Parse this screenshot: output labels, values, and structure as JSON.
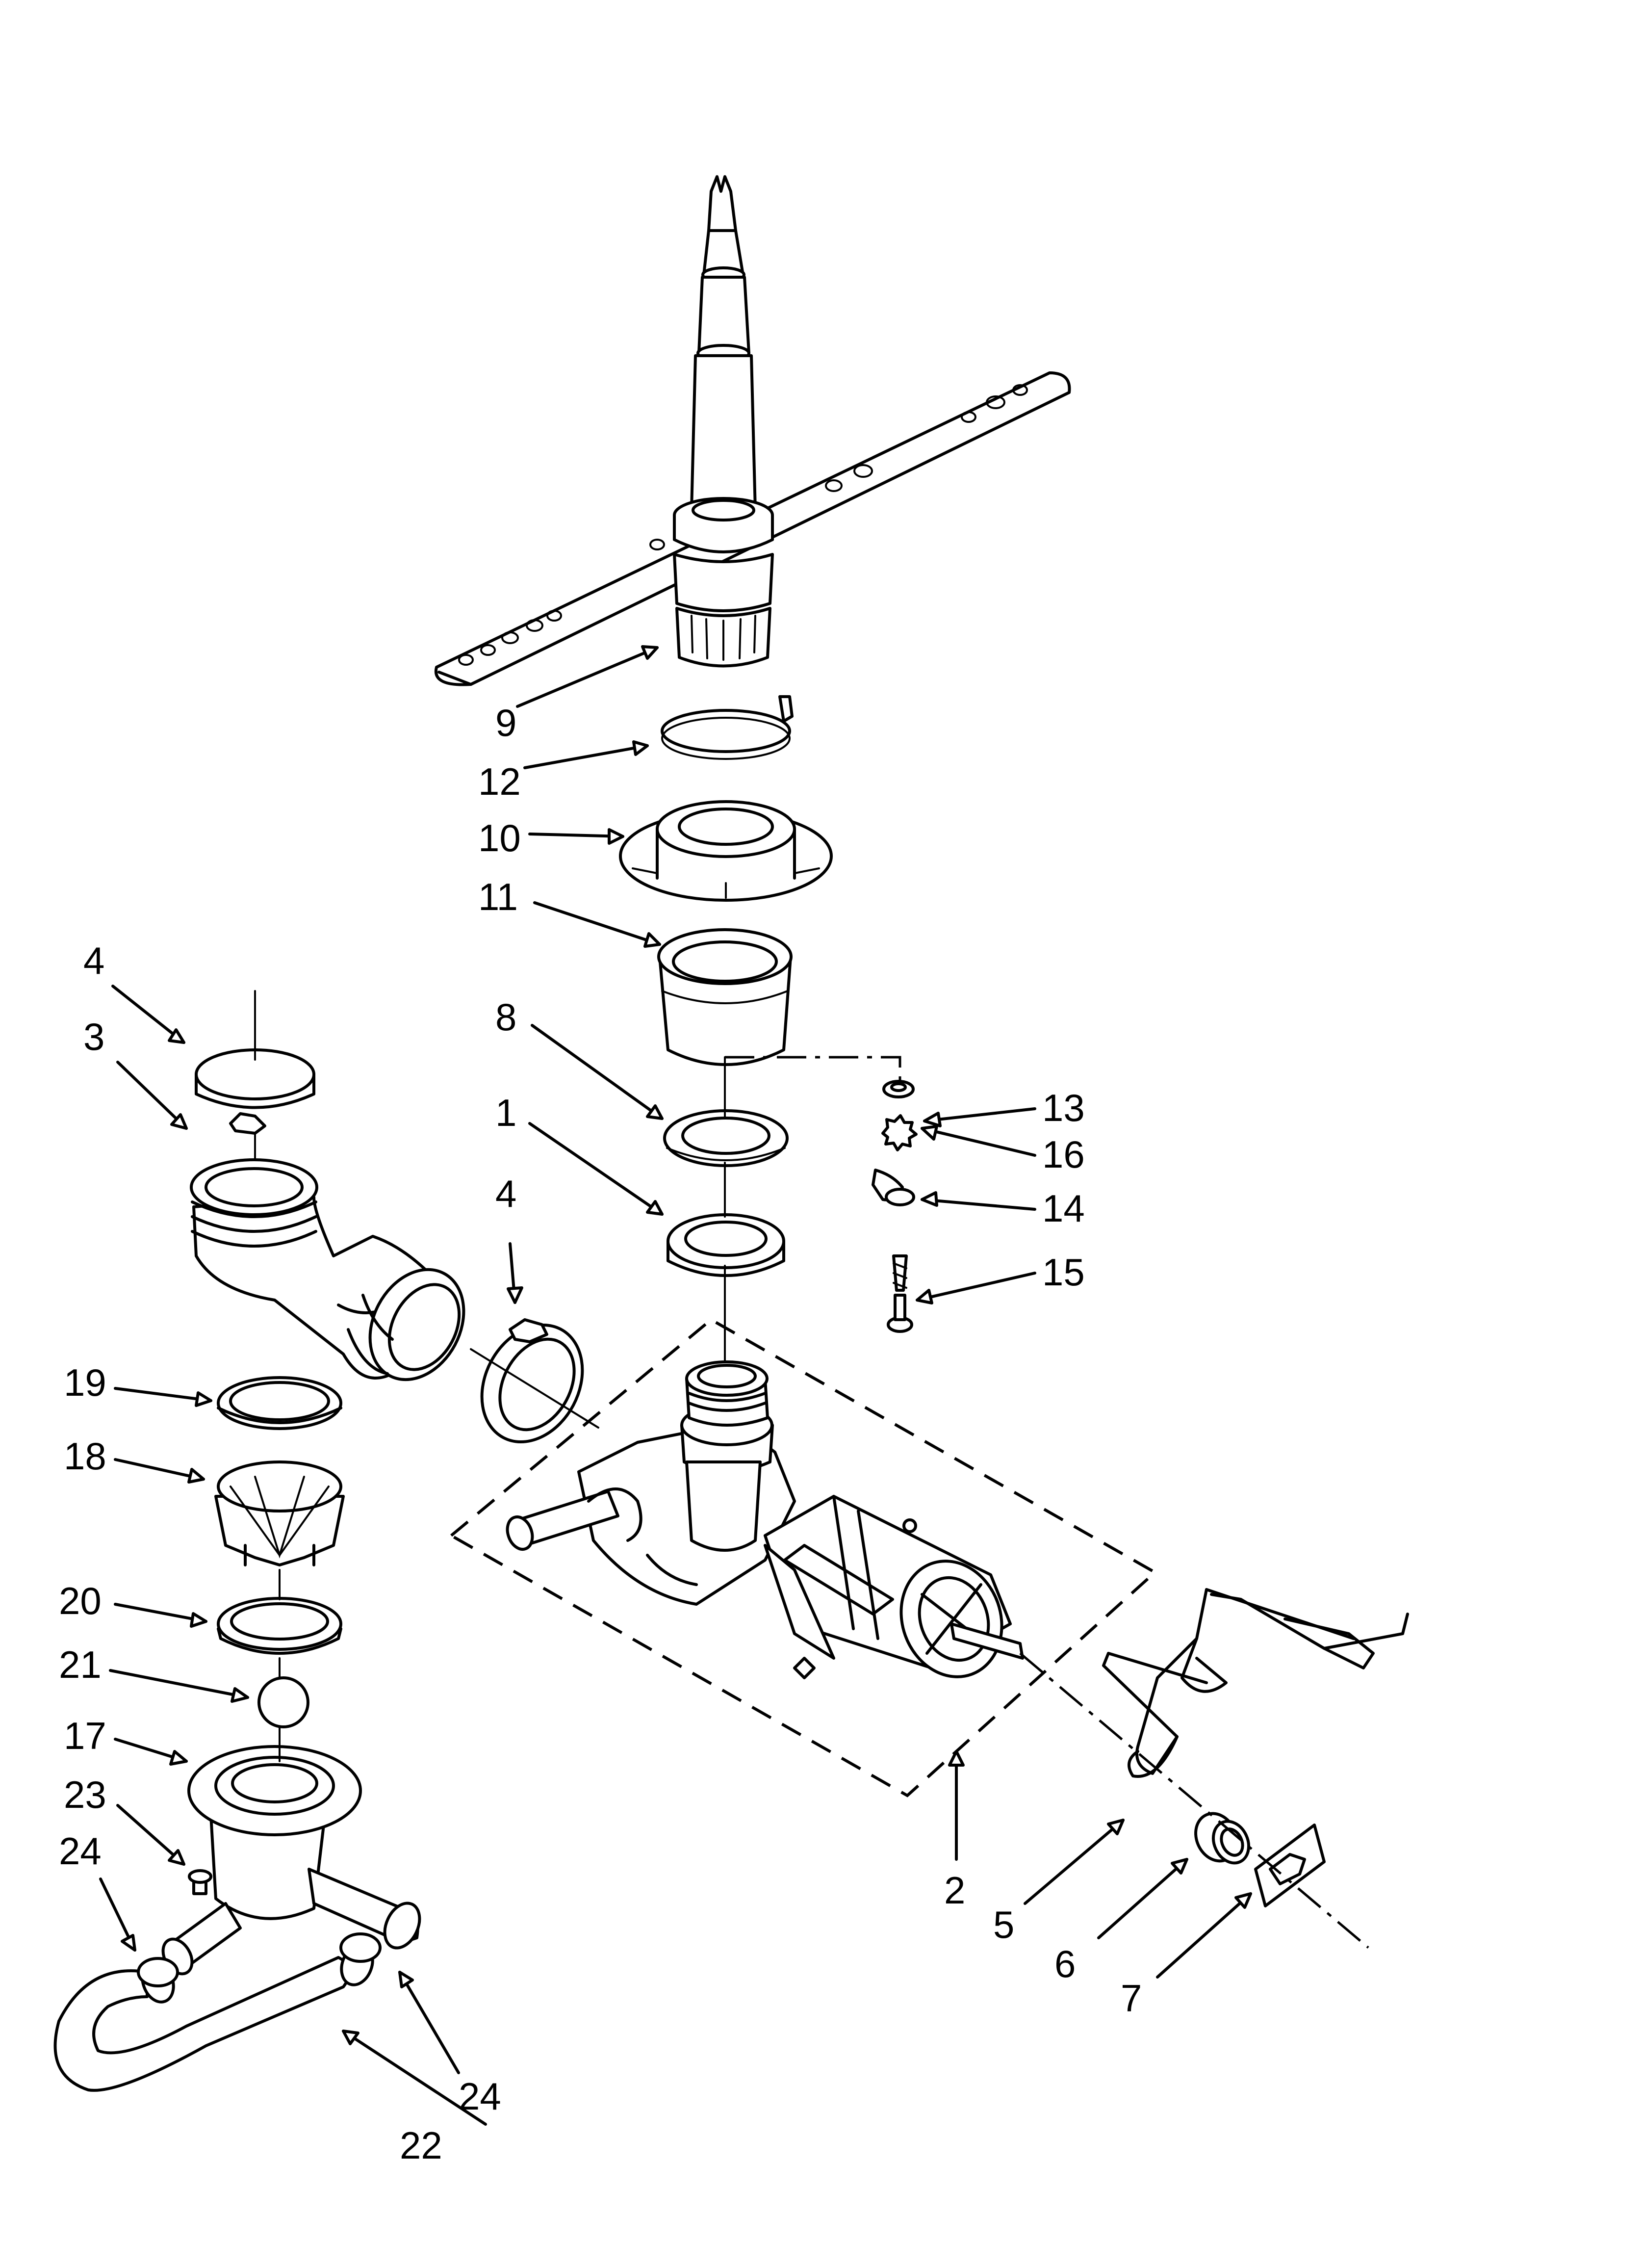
{
  "callouts": [
    {
      "id": "9",
      "text": "9"
    },
    {
      "id": "12",
      "text": "12"
    },
    {
      "id": "10",
      "text": "10"
    },
    {
      "id": "11",
      "text": "11"
    },
    {
      "id": "4a",
      "text": "4"
    },
    {
      "id": "3",
      "text": "3"
    },
    {
      "id": "8",
      "text": "8"
    },
    {
      "id": "1",
      "text": "1"
    },
    {
      "id": "4b",
      "text": "4"
    },
    {
      "id": "13",
      "text": "13"
    },
    {
      "id": "16",
      "text": "16"
    },
    {
      "id": "14",
      "text": "14"
    },
    {
      "id": "15",
      "text": "15"
    },
    {
      "id": "19",
      "text": "19"
    },
    {
      "id": "18",
      "text": "18"
    },
    {
      "id": "20",
      "text": "20"
    },
    {
      "id": "21",
      "text": "21"
    },
    {
      "id": "17",
      "text": "17"
    },
    {
      "id": "23",
      "text": "23"
    },
    {
      "id": "24a",
      "text": "24"
    },
    {
      "id": "2",
      "text": "2"
    },
    {
      "id": "5",
      "text": "5"
    },
    {
      "id": "6",
      "text": "6"
    },
    {
      "id": "7",
      "text": "7"
    },
    {
      "id": "24b",
      "text": "24"
    },
    {
      "id": "22",
      "text": "22"
    }
  ],
  "colors": {
    "ink": "#000000",
    "paper": "#ffffff"
  }
}
